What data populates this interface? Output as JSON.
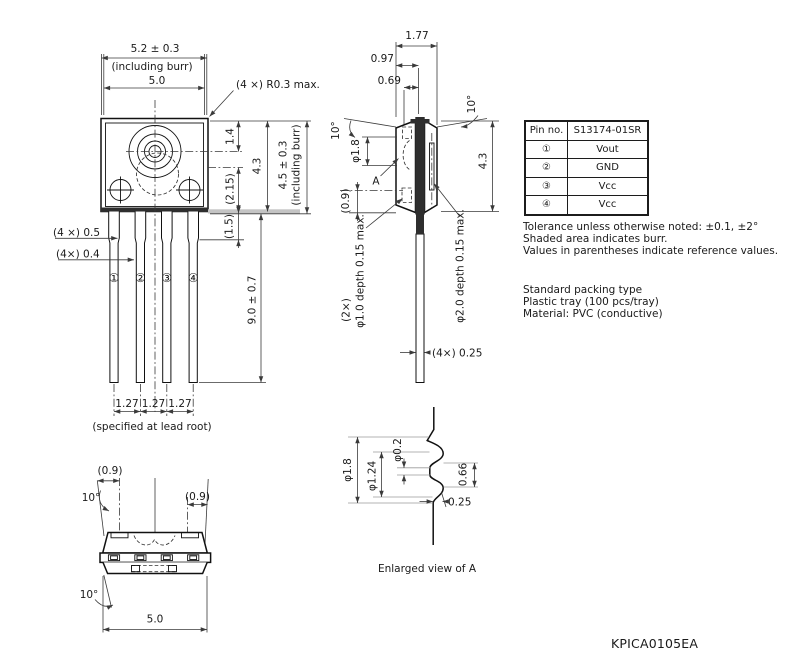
{
  "front": {
    "width_burr": "5.2 ± 0.3",
    "including_burr": "(including burr)",
    "width": "5.0",
    "corner_radius": "(4 ×) R0.3 max.",
    "h1": "1.4",
    "h2": "4.3",
    "h2_ref": "(2.15)",
    "height_burr": "4.5 ± 0.3",
    "height_including_burr": "(including burr)",
    "shoulder": "(1.5)",
    "lead_w_root": "(4 ×) 0.5",
    "lead_w": "(4×) 0.4",
    "pins": [
      "①",
      "②",
      "③",
      "④"
    ],
    "lead_len": "9.0 ± 0.7",
    "pitch": [
      "1.27",
      "1.27",
      "1.27"
    ],
    "pitch_note": "(specified at lead root)"
  },
  "side": {
    "w": "1.77",
    "w1": "0.97",
    "w2": "0.69",
    "angle_l": "10°",
    "angle_r": "10°",
    "groove": "φ1.8",
    "detail": "A",
    "h": "4.3",
    "ref09": "(0.9)",
    "recess_l1": "(2×)",
    "recess_l2": "φ1.0 depth 0.15 max.",
    "recess_r": "φ2.0 depth 0.15 max.",
    "lead_t": "(4×) 0.25"
  },
  "bottom": {
    "ref_l": "(0.9)",
    "ref_r": "(0.9)",
    "angle1": "10°",
    "angle2": "10°",
    "w": "5.0"
  },
  "enlarged": {
    "d1": "φ1.8",
    "d2": "φ1.24",
    "d3": "φ0.2",
    "d4": "0.66",
    "d5": "0.25",
    "caption": "Enlarged view of A"
  },
  "pin_table": {
    "col1": "Pin no.",
    "col2": "S13174-01SR",
    "rows": [
      {
        "no": "①",
        "fn": "Vout"
      },
      {
        "no": "②",
        "fn": "GND"
      },
      {
        "no": "③",
        "fn": "Vcc"
      },
      {
        "no": "④",
        "fn": "Vcc"
      }
    ]
  },
  "notes": {
    "l1": "Tolerance unless otherwise noted: ±0.1, ±2°",
    "l2": "Shaded area indicates burr.",
    "l3": "Values in parentheses indicate reference values.",
    "p1": "Standard packing type",
    "p2": "Plastic tray (100 pcs/tray)",
    "p3": "Material: PVC (conductive)"
  },
  "doc_number": "KPICA0105EA"
}
